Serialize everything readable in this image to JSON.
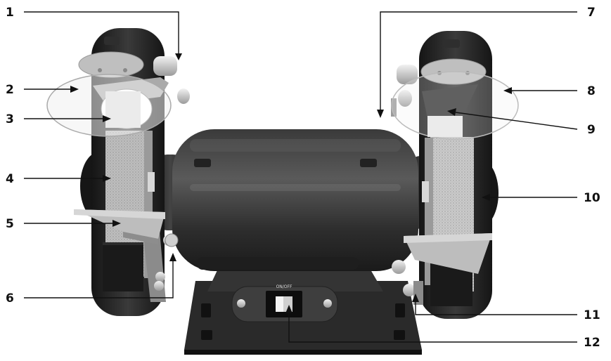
{
  "callouts": {
    "c1": "1",
    "c2": "2",
    "c3": "3",
    "c4": "4",
    "c5": "5",
    "c6": "6",
    "c7": "7",
    "c8": "8",
    "c9": "9",
    "c10": "10",
    "c11": "11",
    "c12": "12"
  },
  "switch_label": "ON/OFF"
}
